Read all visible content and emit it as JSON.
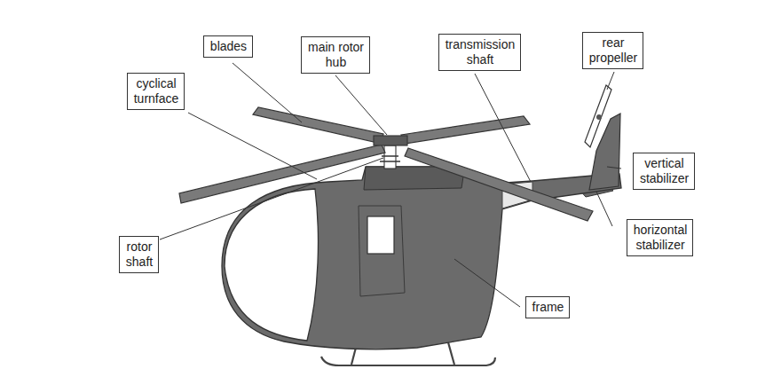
{
  "diagram": {
    "nodes": [
      {
        "text": [
          "blades"
        ]
      },
      {
        "text": [
          "main rotor hub"
        ]
      },
      {
        "text": [
          "transmission shaft"
        ]
      },
      {
        "text": [
          "rear propeller"
        ]
      },
      {
        "text": [
          "cyclical turnface"
        ]
      },
      {
        "text": [
          "vertical stabilizer"
        ]
      },
      {
        "text": [
          "rotor shaft"
        ]
      },
      {
        "text": [
          "horizontal stabilizer"
        ]
      },
      {
        "text": [
          "frame"
        ]
      }
    ]
  }
}
